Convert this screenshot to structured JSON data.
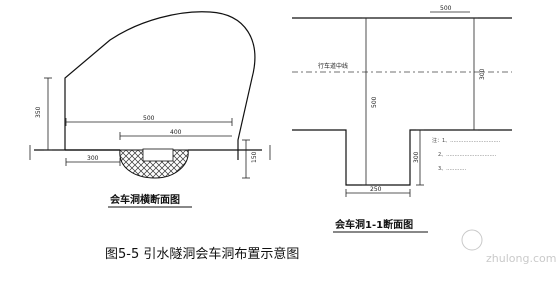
{
  "figure_caption": "图5-5  引水隧洞会车洞布置示意图",
  "left_diagram": {
    "title": "会车洞横断面图",
    "dims": {
      "height_left": "350",
      "width_total": "500",
      "width_inner": "400",
      "width_bottom_left": "300",
      "height_right": "150"
    }
  },
  "right_diagram": {
    "title": "会车洞1-1断面图",
    "centerline_label": "行车道中线",
    "dims": {
      "top_label": "500",
      "vertical_big": "500",
      "vertical_right": "300",
      "recess_depth": "300",
      "recess_width": "250"
    },
    "notes": [
      "注：1、…………………………",
      "2、…………………………",
      "3、…………"
    ]
  },
  "watermark": "zhulong.com"
}
